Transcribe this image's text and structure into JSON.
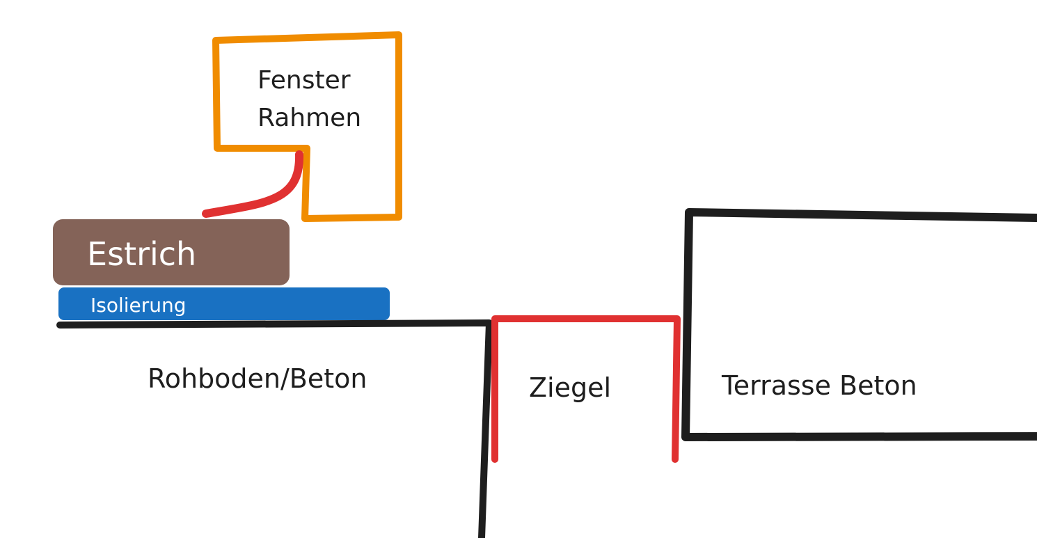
{
  "labels": {
    "fenster": "Fenster",
    "rahmen": "Rahmen",
    "estrich": "Estrich",
    "isolierung": "Isolierung",
    "rohboden": "Rohboden/Beton",
    "ziegel": "Ziegel",
    "terrasse": "Terrasse Beton"
  },
  "colors": {
    "frame": "#f08c00",
    "seal": "#e03131",
    "estrich": "#846358",
    "isolierung": "#1971c2",
    "line": "#1e1e1e"
  }
}
